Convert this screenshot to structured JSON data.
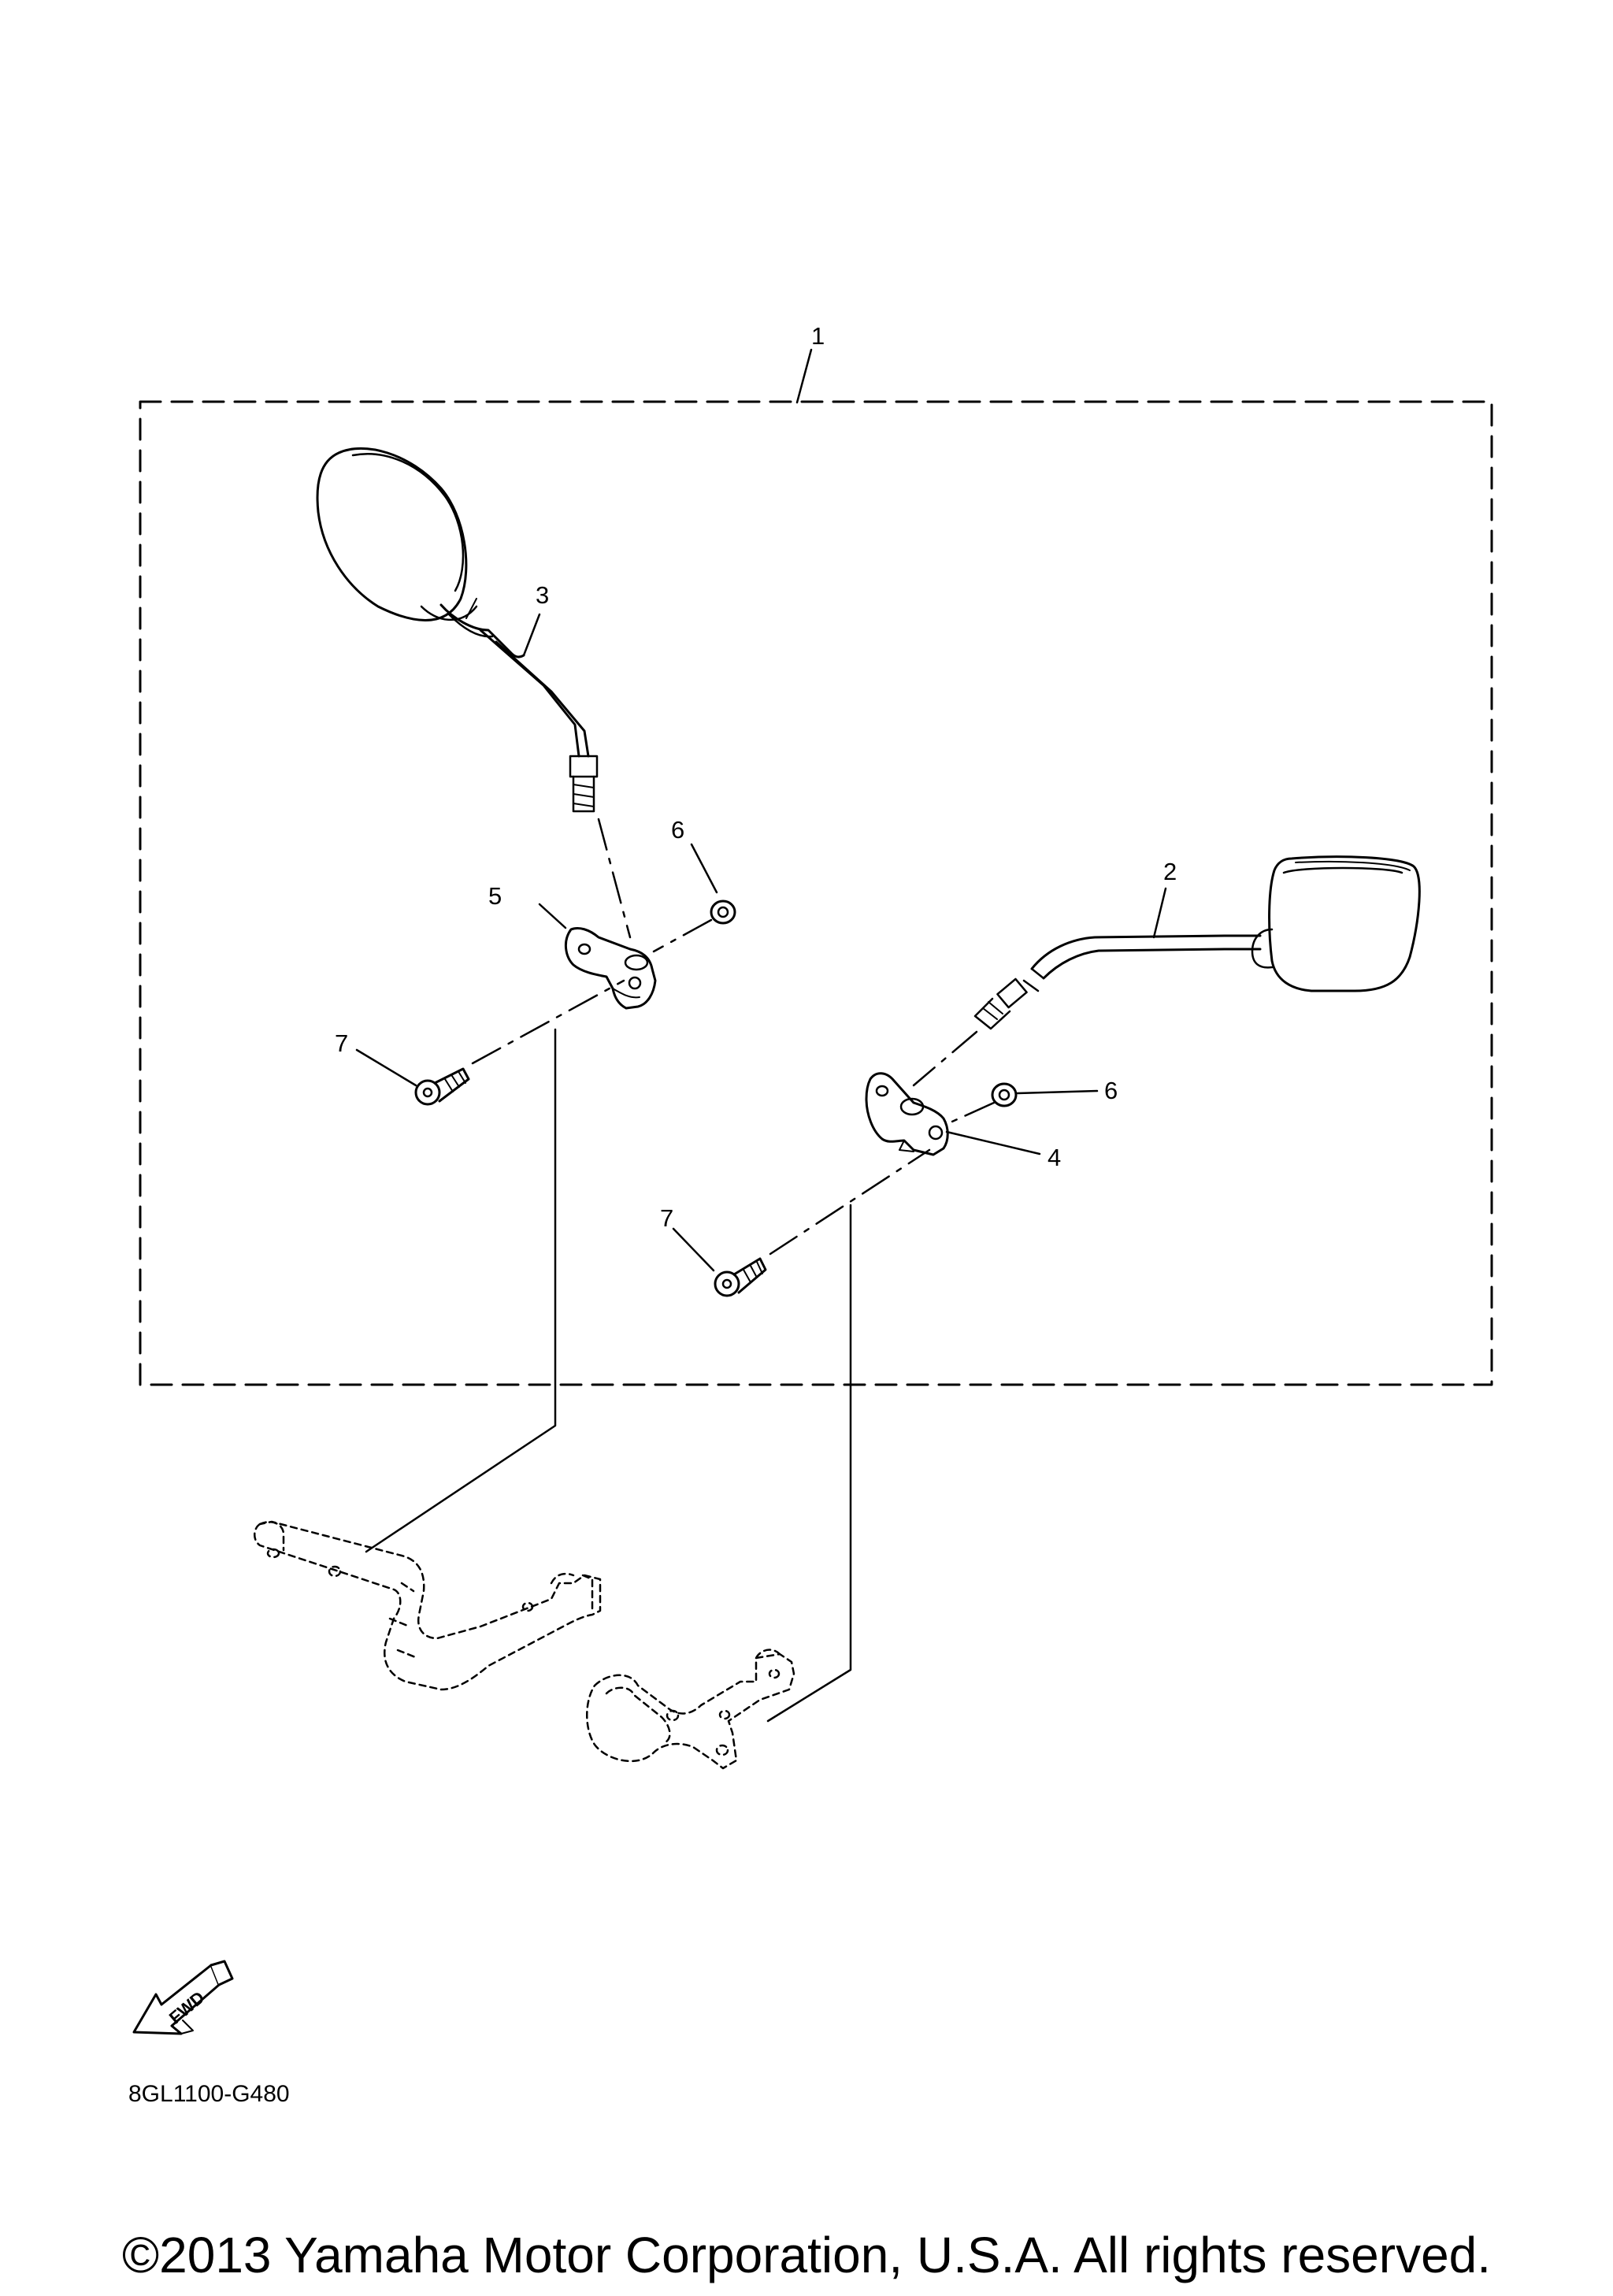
{
  "callouts": {
    "c1": "1",
    "c2": "2",
    "c3": "3",
    "c4": "4",
    "c5": "5",
    "c6a": "6",
    "c6b": "6",
    "c7a": "7",
    "c7b": "7"
  },
  "fwd_label": "FWD",
  "drawing_id": "8GL1100-G480",
  "copyright": "©2013 Yamaha Motor Corporation, U.S.A. All rights reserved."
}
